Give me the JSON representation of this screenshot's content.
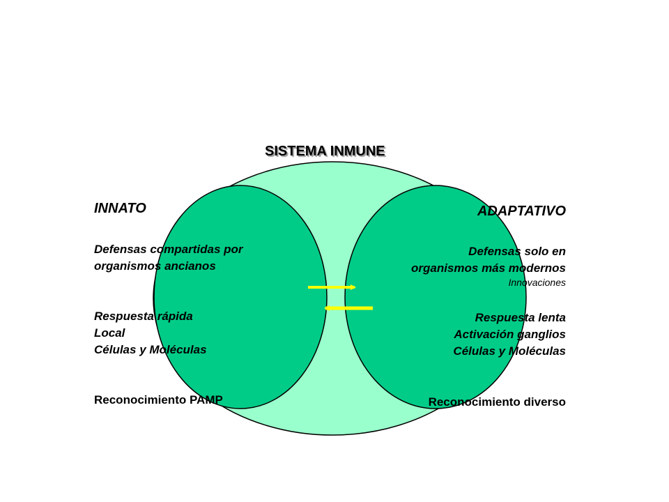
{
  "title": "SISTEMA INMUNE",
  "innate": {
    "heading": "INNATO",
    "defenses_line1": "Defensas compartidas por",
    "defenses_line2": "organismos ancianos",
    "response": "Respuesta rápida",
    "locality": "Local",
    "cells": "Células y Moléculas",
    "recognition": "Reconocimiento PAMP"
  },
  "adaptive": {
    "heading": "ADAPTATIVO",
    "defenses_line1": "Defensas solo en",
    "defenses_line2": "organismos más modernos",
    "innovations": "Innovaciones",
    "response": "Respuesta lenta",
    "activation": "Activación ganglios",
    "cells": "Células y Moléculas",
    "recognition": "Reconocimiento diverso"
  },
  "colors": {
    "outer_circle": "#99ffcc",
    "inner_circle": "#00cc88",
    "outline": "#000000",
    "arrow": "#ffff00",
    "text": "#000000"
  }
}
